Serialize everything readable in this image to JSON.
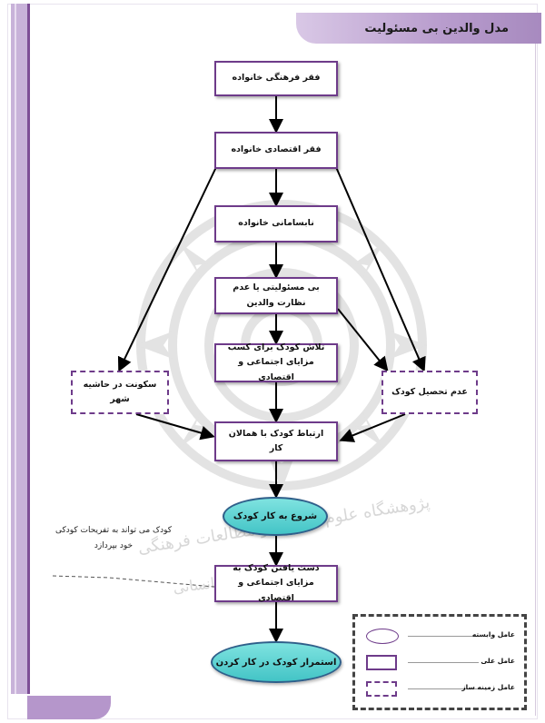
{
  "header": {
    "title": "مدل والدین بی مسئولیت"
  },
  "nodes": {
    "n1": "فقر فرهنگی خانواده",
    "n2": "فقر اقتصادی خانواده",
    "n3": "نابسامانی خانواده",
    "n4": "بی مسئولیتی یا عدم نظارت والدین",
    "n5": "تلاش کودک برای کسب مزایای اجتماعی و اقتصادی",
    "n6": "سکونت در حاشیه شهر",
    "n7": "عدم تحصیل کودک",
    "n8": "ارتباط کودک با همالان کار",
    "n9": "شروع به کار کودک",
    "n10": "دست یافتن کودک به مزایای اجتماعی و اقتصادی",
    "n11": "استمرار کودک در کار کردن"
  },
  "side_note": "کودک می تواند به تفریحات کودکی خود بپردازد",
  "legend": {
    "intervening": "عامل وابسته",
    "causal": "عامل علی",
    "contextual": "عامل زمینه ساز"
  },
  "colors": {
    "node_border": "#6e3b8a",
    "oval_fill": "#4fcfd0",
    "header_bg": "#b89ccd",
    "arrow": "#000000"
  }
}
